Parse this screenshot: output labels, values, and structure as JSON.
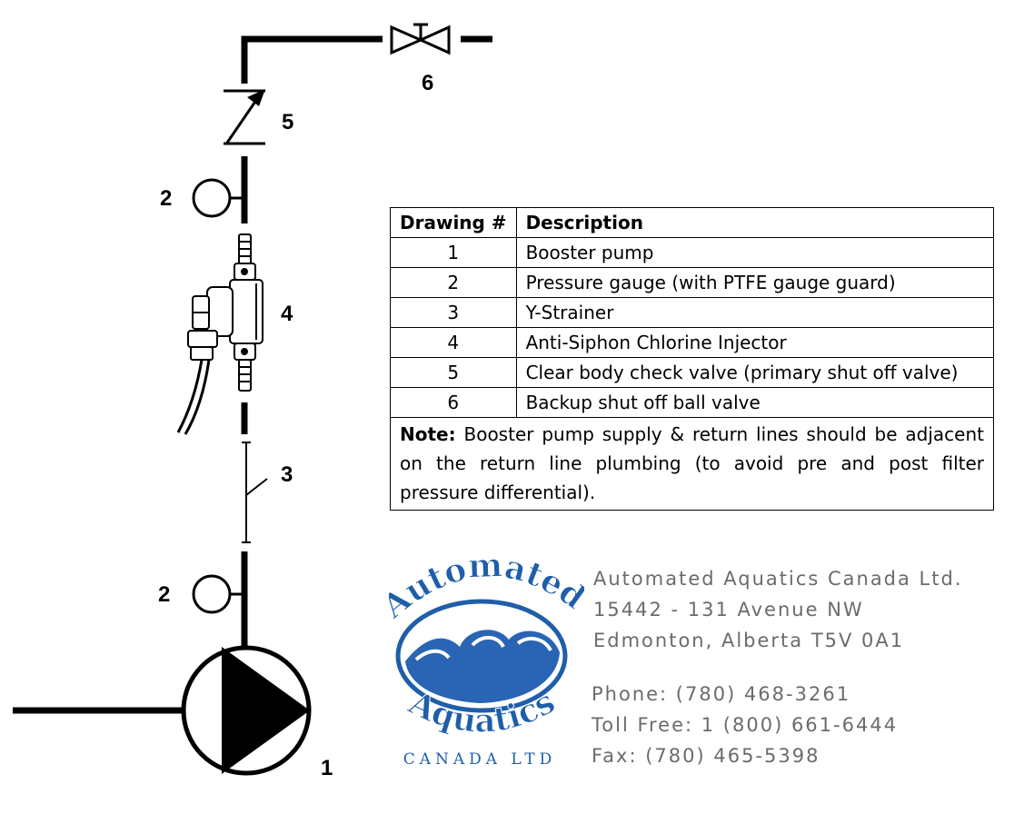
{
  "diagram": {
    "labels": {
      "pump": "1",
      "gauge_top": "2",
      "gauge_bottom": "2",
      "strainer": "3",
      "injector": "4",
      "check_valve": "5",
      "ball_valve": "6"
    }
  },
  "legend": {
    "headers": {
      "number": "Drawing #",
      "description": "Description"
    },
    "rows": [
      {
        "number": "1",
        "description": "Booster pump"
      },
      {
        "number": "2",
        "description": "Pressure gauge (with PTFE gauge guard)"
      },
      {
        "number": "3",
        "description": "Y-Strainer"
      },
      {
        "number": "4",
        "description": "Anti-Siphon Chlorine Injector"
      },
      {
        "number": "5",
        "description": "Clear body check valve (primary shut off valve)"
      },
      {
        "number": "6",
        "description": "Backup shut off ball valve"
      }
    ],
    "note_label": "Note:",
    "note_text": " Booster pump supply & return lines should be adjacent on the return line plumbing (to avoid pre and post filter pressure differential)."
  },
  "logo": {
    "line1": "Automated",
    "line2": "Aquatics",
    "line3": "CANADA LTD",
    "colors": {
      "primary": "#1f5ea8",
      "wave": "#2a64b4"
    }
  },
  "company": {
    "name": "Automated Aquatics Canada Ltd.",
    "street": "15442 - 131 Avenue NW",
    "city": "Edmonton, Alberta T5V 0A1",
    "phone": "Phone: (780) 468-3261",
    "toll_free": "Toll Free: 1 (800) 661-6444",
    "fax": "Fax: (780) 465-5398"
  }
}
